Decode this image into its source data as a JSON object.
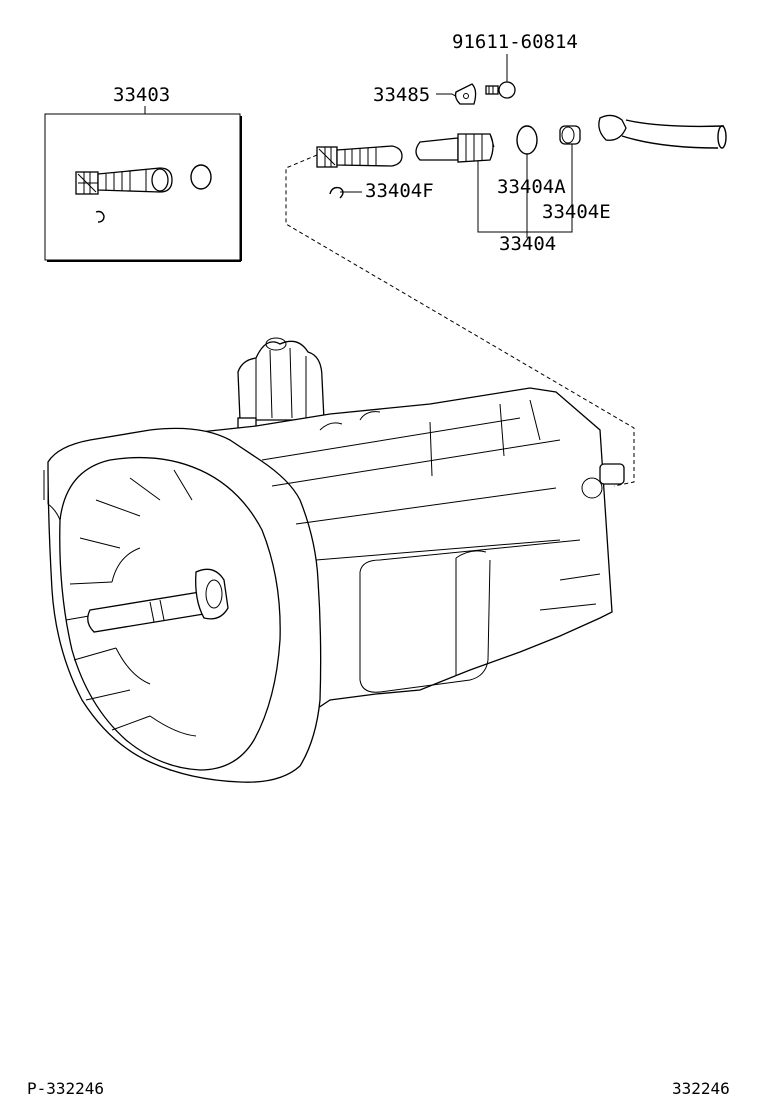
{
  "parts": {
    "p33403": "33403",
    "p91611": "91611-60814",
    "p33485": "33485",
    "p33404F": "33404F",
    "p33404A": "33404A",
    "p33404E": "33404E",
    "p33404": "33404"
  },
  "footer": {
    "left": "P-332246",
    "right": "332246"
  }
}
